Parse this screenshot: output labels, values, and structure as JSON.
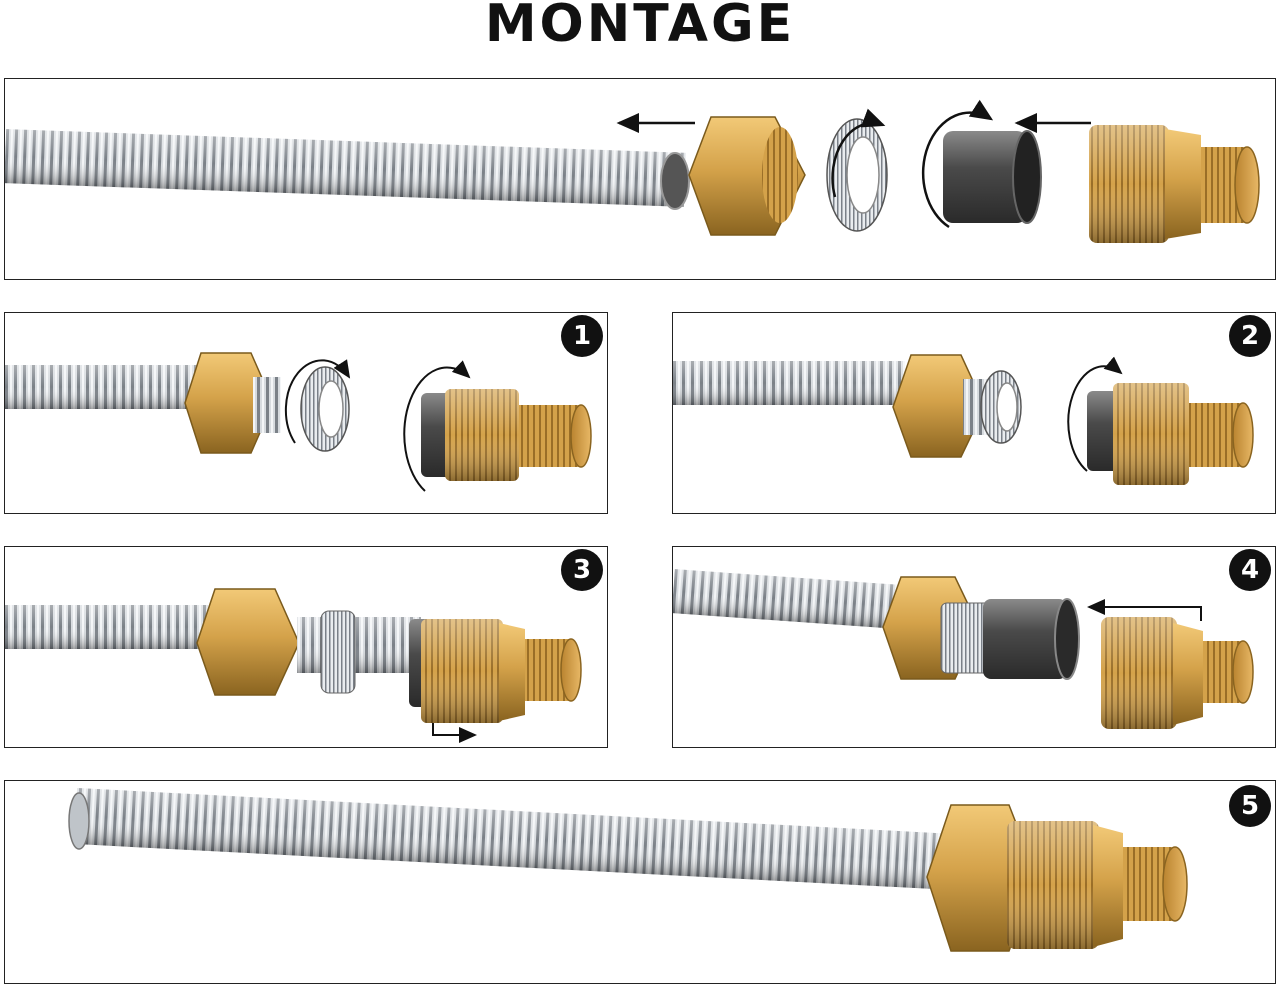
{
  "title": "MONTAGE",
  "steps": [
    {
      "number": "1"
    },
    {
      "number": "2"
    },
    {
      "number": "3"
    },
    {
      "number": "4"
    },
    {
      "number": "5"
    }
  ],
  "colors": {
    "brass": "#d4a24a",
    "brass_dark": "#8a6420",
    "steel": "#c9ced3",
    "steel_dark": "#6f757c",
    "sleeve": "#4a4a4a",
    "badge": "#111111"
  }
}
